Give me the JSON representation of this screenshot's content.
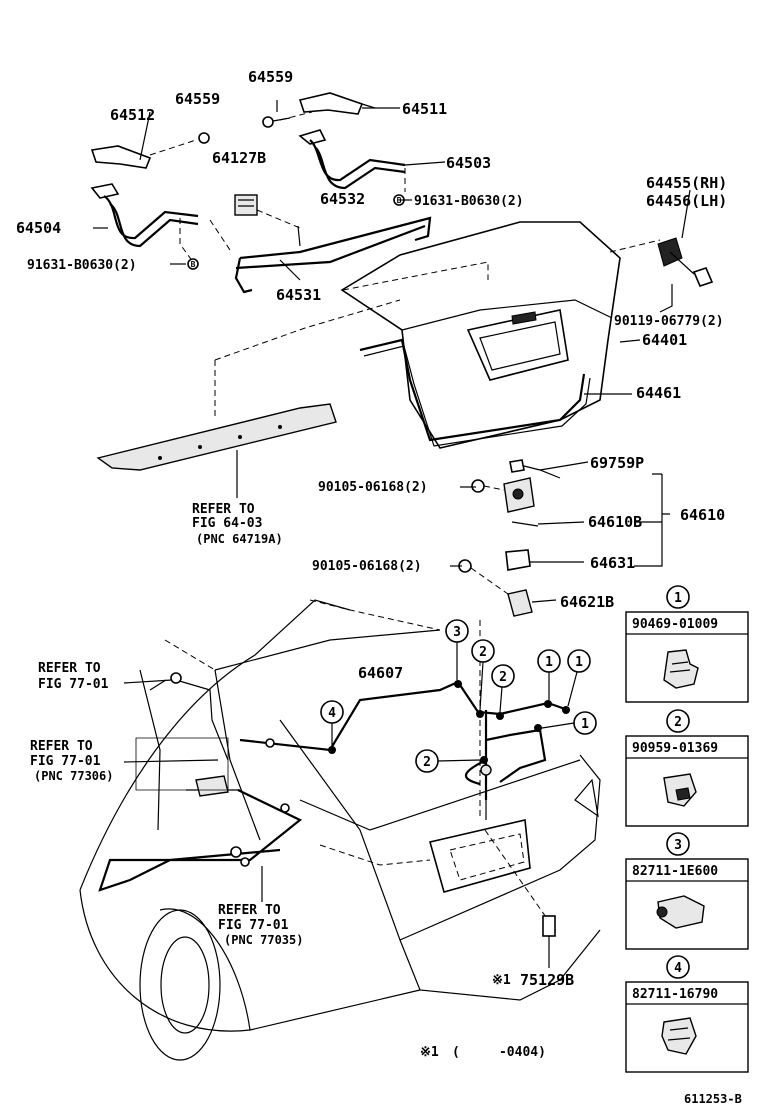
{
  "labels": {
    "p64559a": "64559",
    "p64559b": "64559",
    "p64512": "64512",
    "p64511": "64511",
    "p64503": "64503",
    "p64127b": "64127B",
    "p64532": "64532",
    "p91631a": "91631-B0630(2)",
    "p91631b": "91631-B0630(2)",
    "p64504": "64504",
    "p64531": "64531",
    "p64455": "64455(RH)",
    "p64456": "64456(LH)",
    "p90119": "90119-06779(2)",
    "p64401": "64401",
    "p64461": "64461",
    "p69759p": "69759P",
    "p90105a": "90105-06168(2)",
    "p64610": "64610",
    "p64610b": "64610B",
    "p64631": "64631",
    "p90105b": "90105-06168(2)",
    "p64621b": "64621B",
    "p64607": "64607",
    "p75129b": "75129B",
    "p75129b_mark": "※1"
  },
  "references": {
    "ref_64_03": [
      "REFER TO",
      "FIG 64-03",
      "(PNC 64719A)"
    ],
    "ref_77_01_a": [
      "REFER TO",
      "FIG 77-01"
    ],
    "ref_77_01_b": [
      "REFER TO",
      "FIG 77-01",
      "(PNC 77306)"
    ],
    "ref_77_01_c": [
      "REFER TO",
      "FIG 77-01",
      "(PNC 77035)"
    ]
  },
  "callouts": {
    "c1": "1",
    "c2": "2",
    "c3": "3",
    "c4": "4"
  },
  "legend": [
    {
      "num": "1",
      "part": "90469-01009"
    },
    {
      "num": "2",
      "part": "90959-01369"
    },
    {
      "num": "3",
      "part": "82711-1E600"
    },
    {
      "num": "4",
      "part": "82711-16790"
    }
  ],
  "footnote": {
    "mark": "※1",
    "text": "(     -0404)"
  },
  "figure_id": "611253-B"
}
